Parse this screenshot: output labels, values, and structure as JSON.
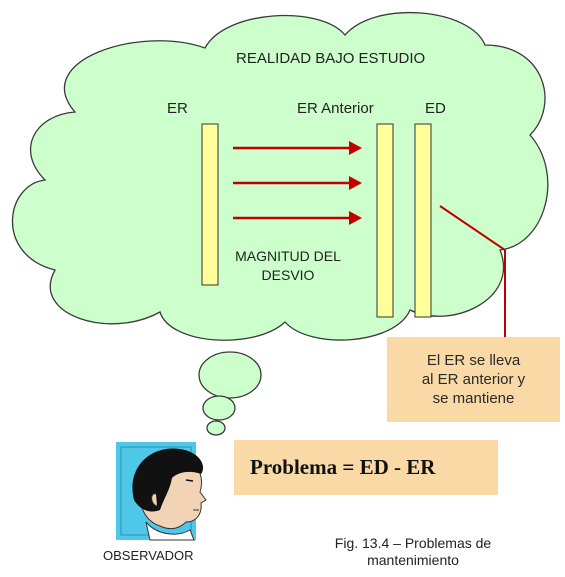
{
  "diagram": {
    "title": "REALIDAD BAJO ESTUDIO",
    "er_label": "ER",
    "er_anterior_label": "ER Anterior",
    "ed_label": "ED",
    "magnitude_label": "MAGNITUD DEL DESVIO",
    "note_lines": [
      "El ER  se lleva",
      "al ER anterior y",
      "se mantiene"
    ],
    "formula": "Problema = ED - ER",
    "observer_label": "OBSERVADOR",
    "caption_lines": [
      "Fig. 13.4 – Problemas  de",
      "mantenimiento"
    ]
  },
  "colors": {
    "cloud_fill": "#ccffcc",
    "cloud_stroke": "#3a3a3a",
    "bar_fill": "#ffff99",
    "arrow": "#c00000",
    "box_fill": "#f9d9a6",
    "face_bg": "#4fc7e8"
  }
}
